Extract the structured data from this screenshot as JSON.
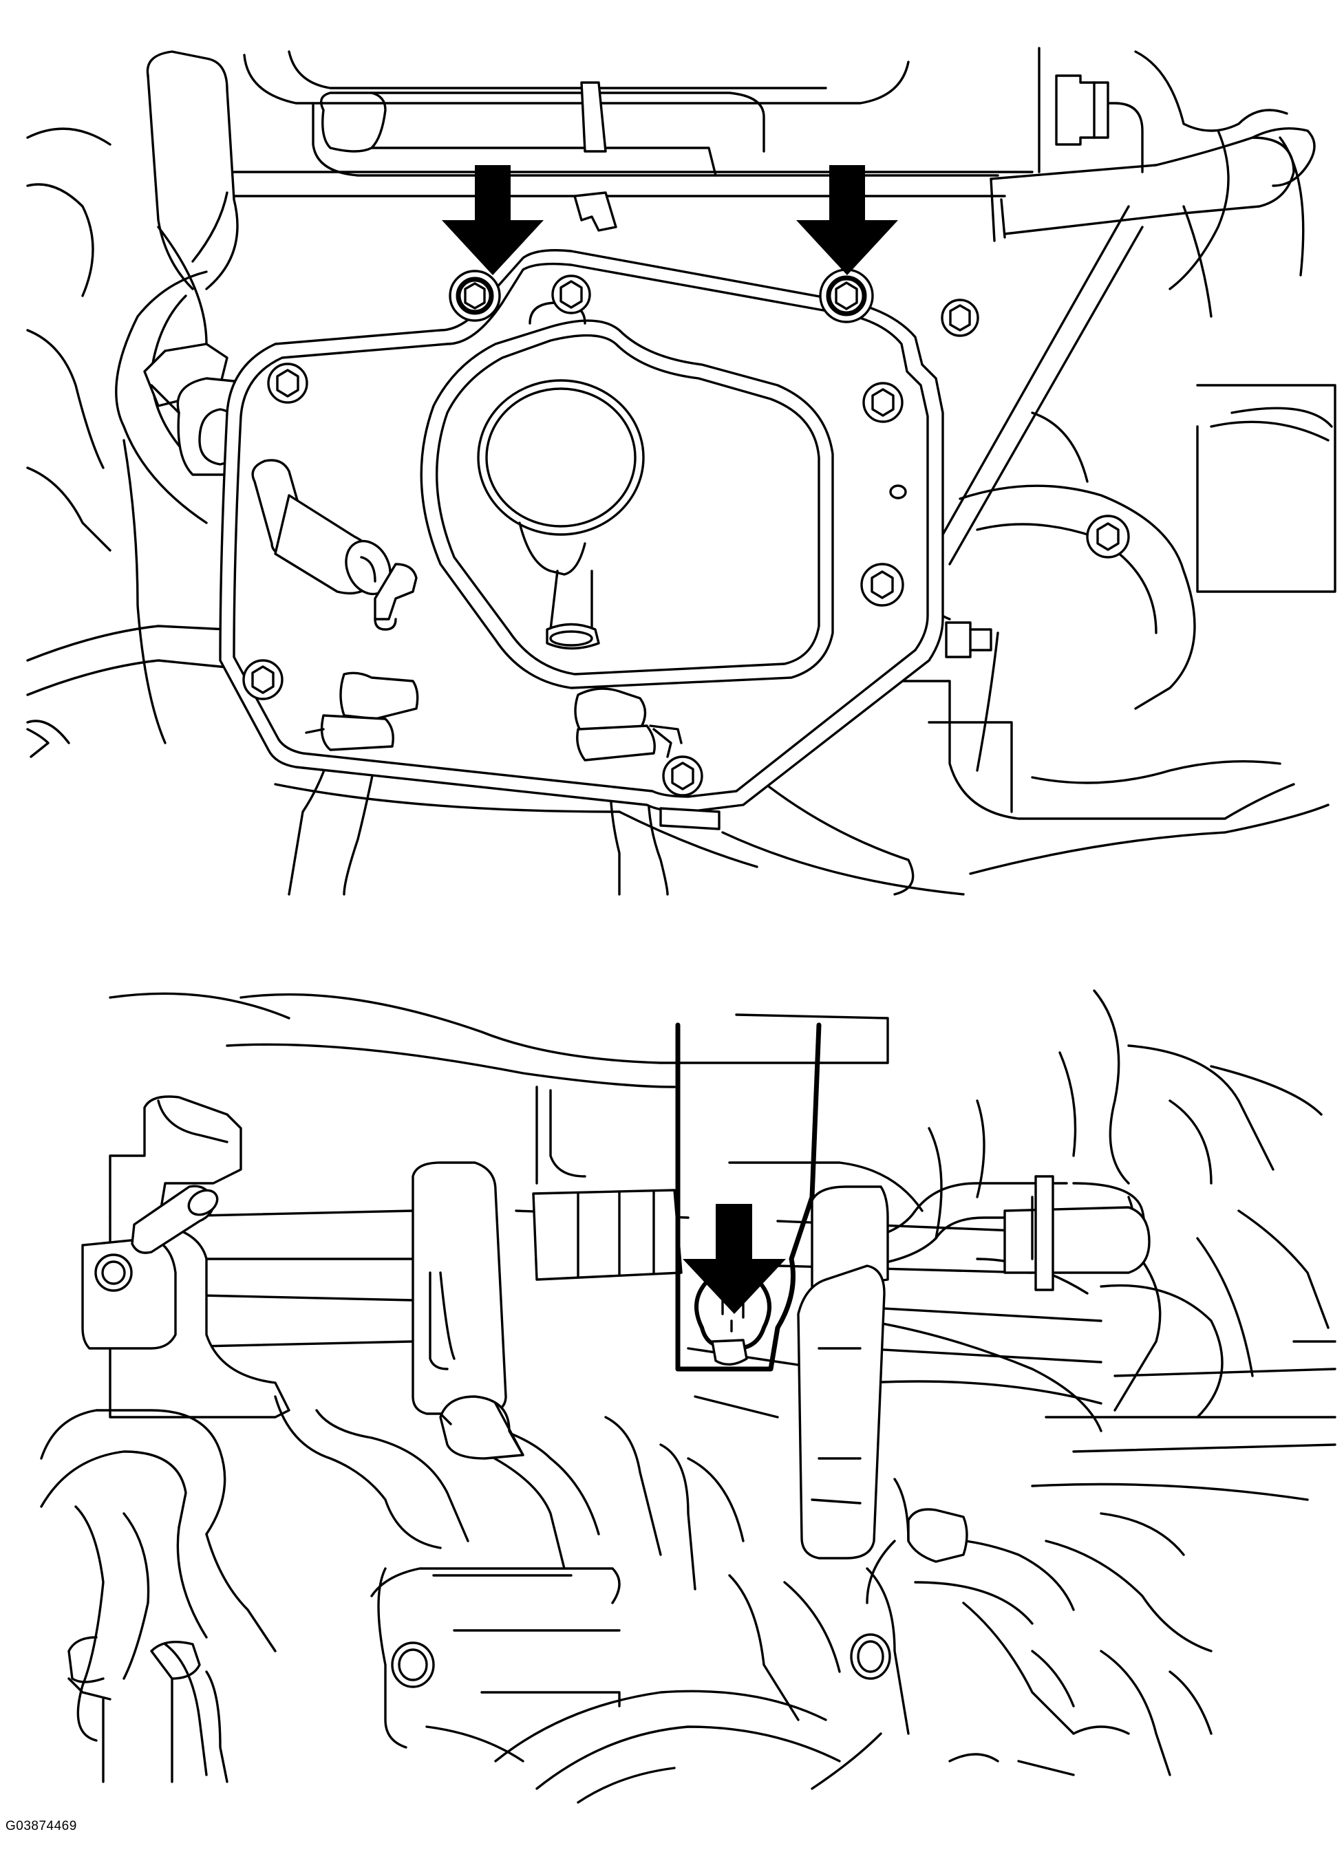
{
  "figure": {
    "id_label": "G03874469",
    "colors": {
      "line": "#000000",
      "background": "#ffffff"
    },
    "panels": [
      {
        "name": "upper-panel",
        "callout_arrows": 2
      },
      {
        "name": "lower-panel",
        "callout_arrows": 1
      }
    ]
  }
}
